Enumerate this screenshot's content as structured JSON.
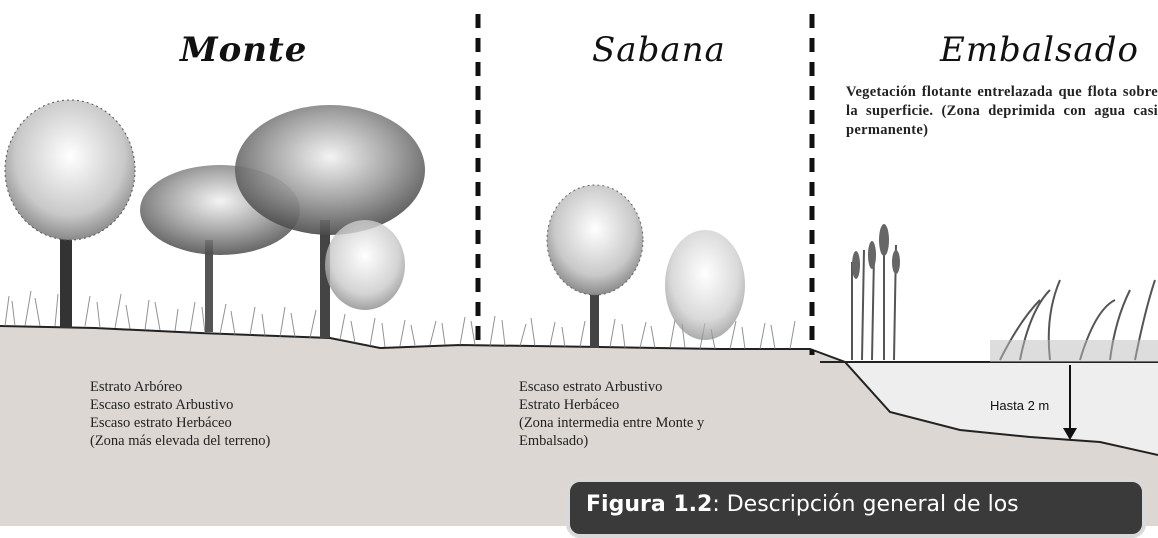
{
  "zones": {
    "monte": {
      "title": "Monte",
      "lines": [
        "Estrato Arbóreo",
        "Escaso estrato Arbustivo",
        "Escaso estrato Herbáceo",
        "(Zona más elevada del terreno)"
      ]
    },
    "sabana": {
      "title": "Sabana",
      "lines": [
        "Escaso estrato Arbustivo",
        "Estrato Herbáceo",
        "(Zona intermedia entre Monte y",
        "Embalsado)"
      ]
    },
    "embalsado": {
      "title": "Embalsado",
      "description": "Vegetación flotante entrelazada que flota sobre la superficie. (Zona deprimida con agua casi permanente)"
    }
  },
  "depth_label": "Hasta 2 m",
  "caption": {
    "label": "Figura 1.2",
    "text": ": Descripción general de los"
  },
  "colors": {
    "ground": "#dcd7d2",
    "water": "#eeeeee",
    "divider": "#111111",
    "caption_bg": "#3a3a3a"
  }
}
